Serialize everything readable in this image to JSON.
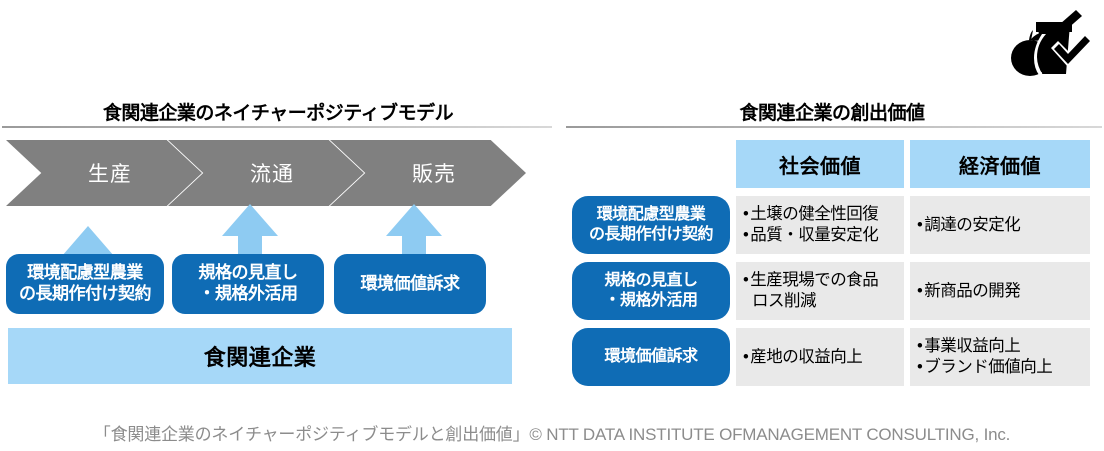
{
  "brand_icon": {
    "name": "food-nutrition-check-icon",
    "color": "#000000"
  },
  "colors": {
    "chevron_gray": "#808080",
    "light_blue": "#a6d8f8",
    "arrow_blue": "#8ecbf2",
    "dark_blue": "#0f6cb5",
    "cell_gray": "#e9e9e9",
    "footer_gray": "#8c8c8c"
  },
  "left_section": {
    "title": "食関連企業のネイチャーポジティブモデル",
    "chevrons": [
      {
        "label": "生産"
      },
      {
        "label": "流通"
      },
      {
        "label": "販売"
      }
    ],
    "actions": [
      {
        "line1": "環境配慮型農業",
        "line2": "の長期作付け契約"
      },
      {
        "line1": "規格の見直し",
        "line2": "・規格外活用"
      },
      {
        "line1": "環境価値訴求",
        "line2": ""
      }
    ],
    "company_bar": "食関連企業"
  },
  "right_section": {
    "title": "食関連企業の創出価値",
    "columns": [
      "社会価値",
      "経済価値"
    ],
    "rows": [
      {
        "label_line1": "環境配慮型農業",
        "label_line2": "の長期作付け契約",
        "social": [
          "土壌の健全性回復",
          "品質・収量安定化"
        ],
        "economic": [
          "調達の安定化"
        ]
      },
      {
        "label_line1": "規格の見直し",
        "label_line2": "・規格外活用",
        "social": [
          "生産現場での食品",
          "ロス削減"
        ],
        "economic": [
          "新商品の開発"
        ]
      },
      {
        "label_line1": "環境価値訴求",
        "label_line2": "",
        "social": [
          "産地の収益向上"
        ],
        "economic": [
          "事業収益向上",
          "ブランド価値向上"
        ]
      }
    ]
  },
  "footer": {
    "caption": "「食関連企業のネイチャーポジティブモデルと創出価値」© NTT DATA INSTITUTE OFMANAGEMENT CONSULTING, Inc."
  }
}
